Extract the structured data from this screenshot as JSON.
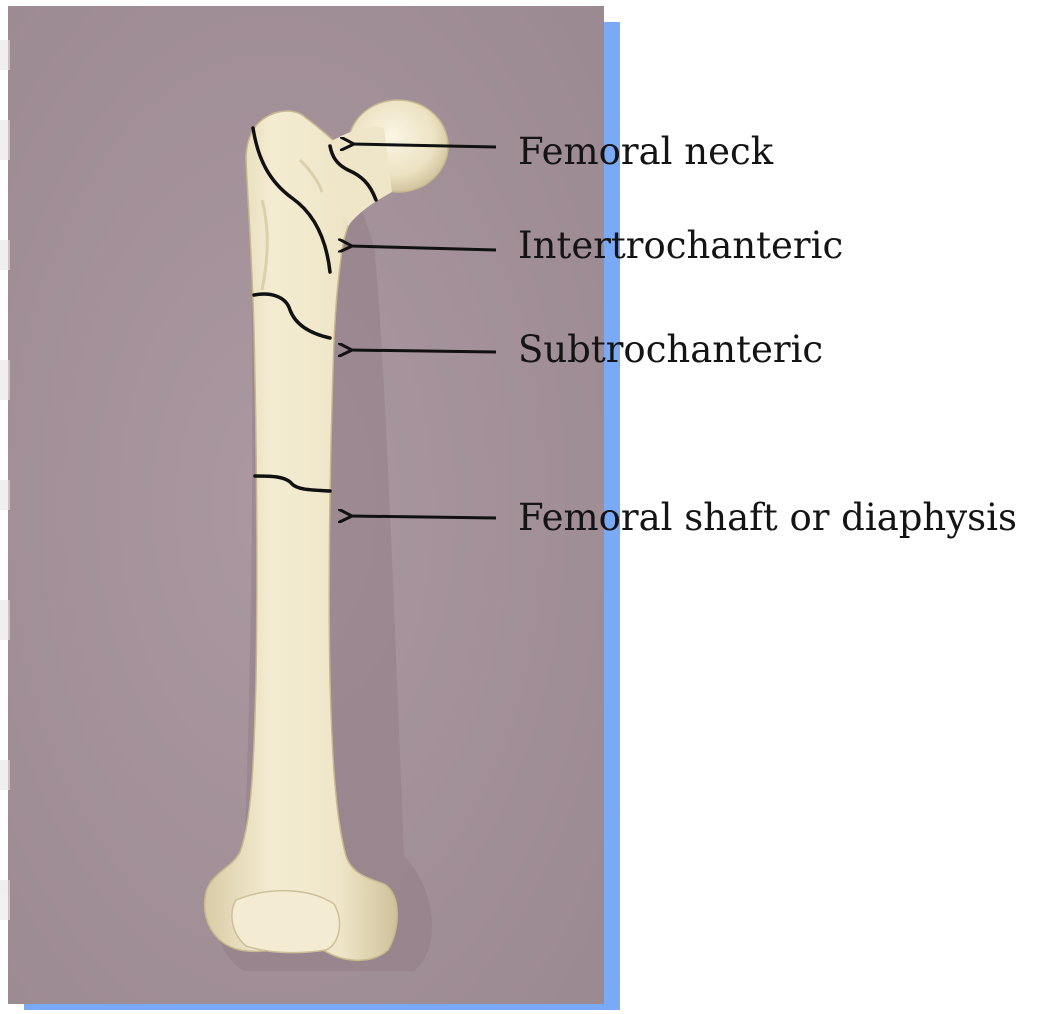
{
  "labels": {
    "femoral_neck": "Femoral neck",
    "intertrochanteric": "Intertrochanteric",
    "subtrochanteric": "Subtrochanteric",
    "shaft": "Femoral shaft or diaphysis"
  },
  "colors": {
    "page_background": "#ffffff",
    "photo_background": "#a28e96",
    "frame_shadow": "#7aa9f6",
    "bone": "#eee4c6",
    "bone_shade": "#d6c9a3",
    "marking_line": "#111111",
    "arrow": "#111111",
    "label_text": "#141414"
  },
  "photo": {
    "subject": "femur bone specimen",
    "marked_regions": 4
  }
}
